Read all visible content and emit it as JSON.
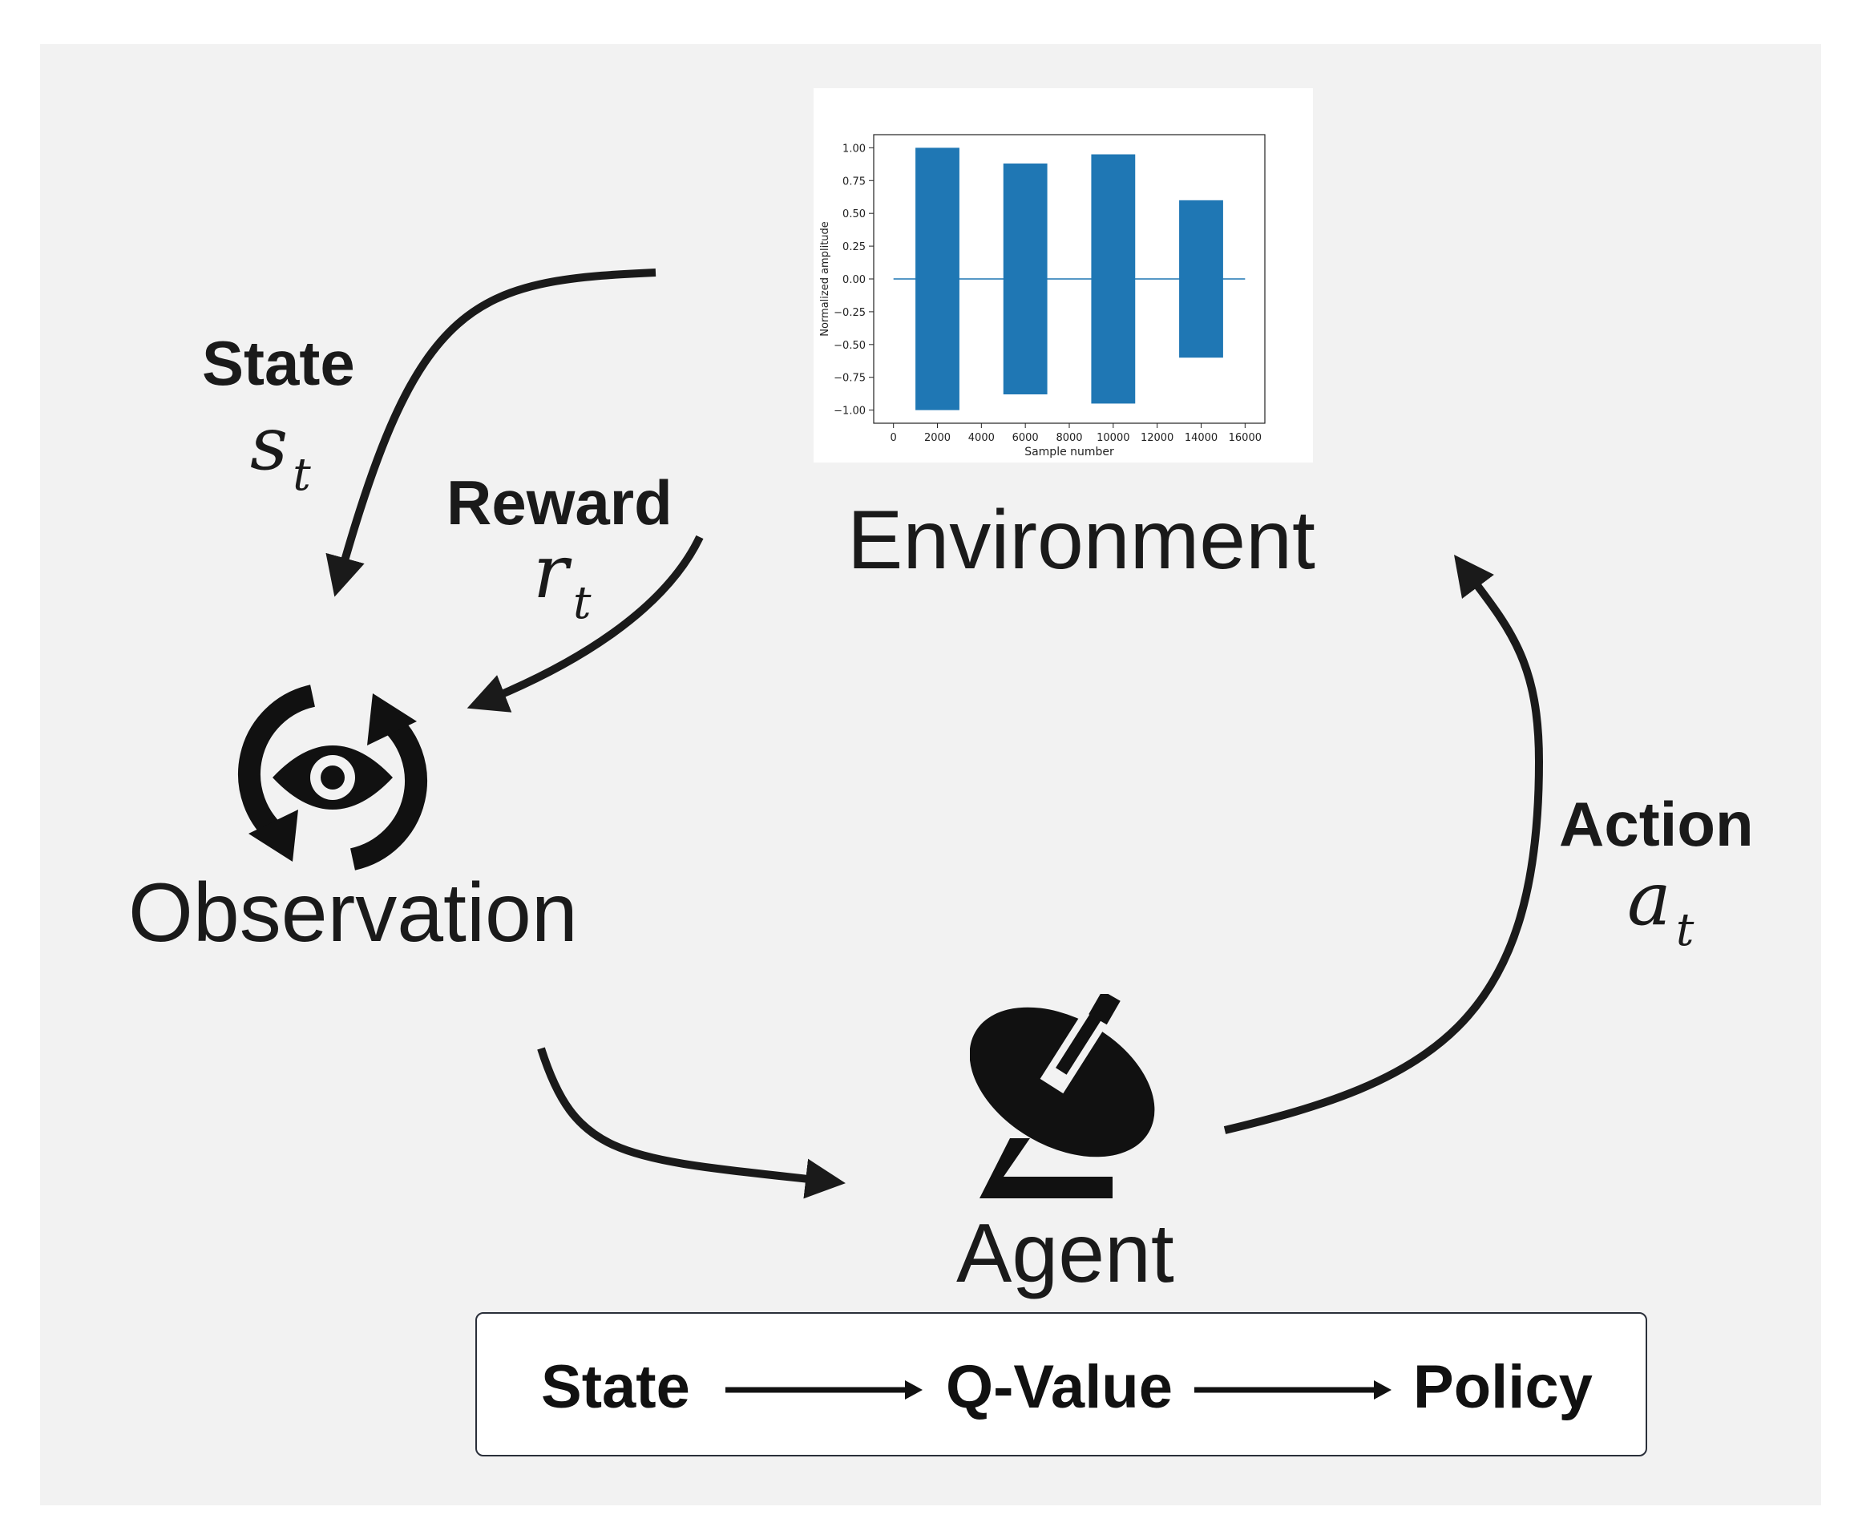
{
  "labels": {
    "state": "State",
    "state_symbol": "s",
    "state_sub": "t",
    "reward": "Reward",
    "reward_symbol": "r",
    "reward_sub": "t",
    "action": "Action",
    "action_symbol": "a",
    "action_sub": "t",
    "environment": "Environment",
    "observation": "Observation",
    "agent": "Agent"
  },
  "pipeline": {
    "step1": "State",
    "step2": "Q-Value",
    "step3": "Policy"
  },
  "icons": {
    "observation": "eye-refresh-icon",
    "agent": "satellite-dish-icon"
  },
  "colors": {
    "bar": "#1f77b4",
    "arrow": "#1a1a1a",
    "panel": "#f2f2f2"
  },
  "chart_data": {
    "type": "bar",
    "xlabel": "Sample number",
    "ylabel": "Normalized amplitude",
    "xlim": [
      -900,
      16900
    ],
    "ylim": [
      -1.1,
      1.1
    ],
    "xticks": [
      0,
      2000,
      4000,
      6000,
      8000,
      10000,
      12000,
      14000,
      16000
    ],
    "yticks": [
      1.0,
      0.75,
      0.5,
      0.25,
      0.0,
      -0.25,
      -0.5,
      -0.75,
      -1.0
    ],
    "xtick_labels": [
      "0",
      "2000",
      "4000",
      "6000",
      "8000",
      "10000",
      "12000",
      "14000",
      "16000"
    ],
    "ytick_labels": [
      "1.00",
      "0.75",
      "0.50",
      "0.25",
      "0.00",
      "−0.25",
      "−0.50",
      "−0.75",
      "−1.00"
    ],
    "baseline": {
      "x_start": 0,
      "x_end": 16000,
      "y": 0.0
    },
    "segments": [
      {
        "x_start": 1000,
        "x_end": 3000,
        "amplitude": 1.0
      },
      {
        "x_start": 5000,
        "x_end": 7000,
        "amplitude": 0.88
      },
      {
        "x_start": 9000,
        "x_end": 11000,
        "amplitude": 0.95
      },
      {
        "x_start": 13000,
        "x_end": 15000,
        "amplitude": 0.6
      }
    ]
  }
}
